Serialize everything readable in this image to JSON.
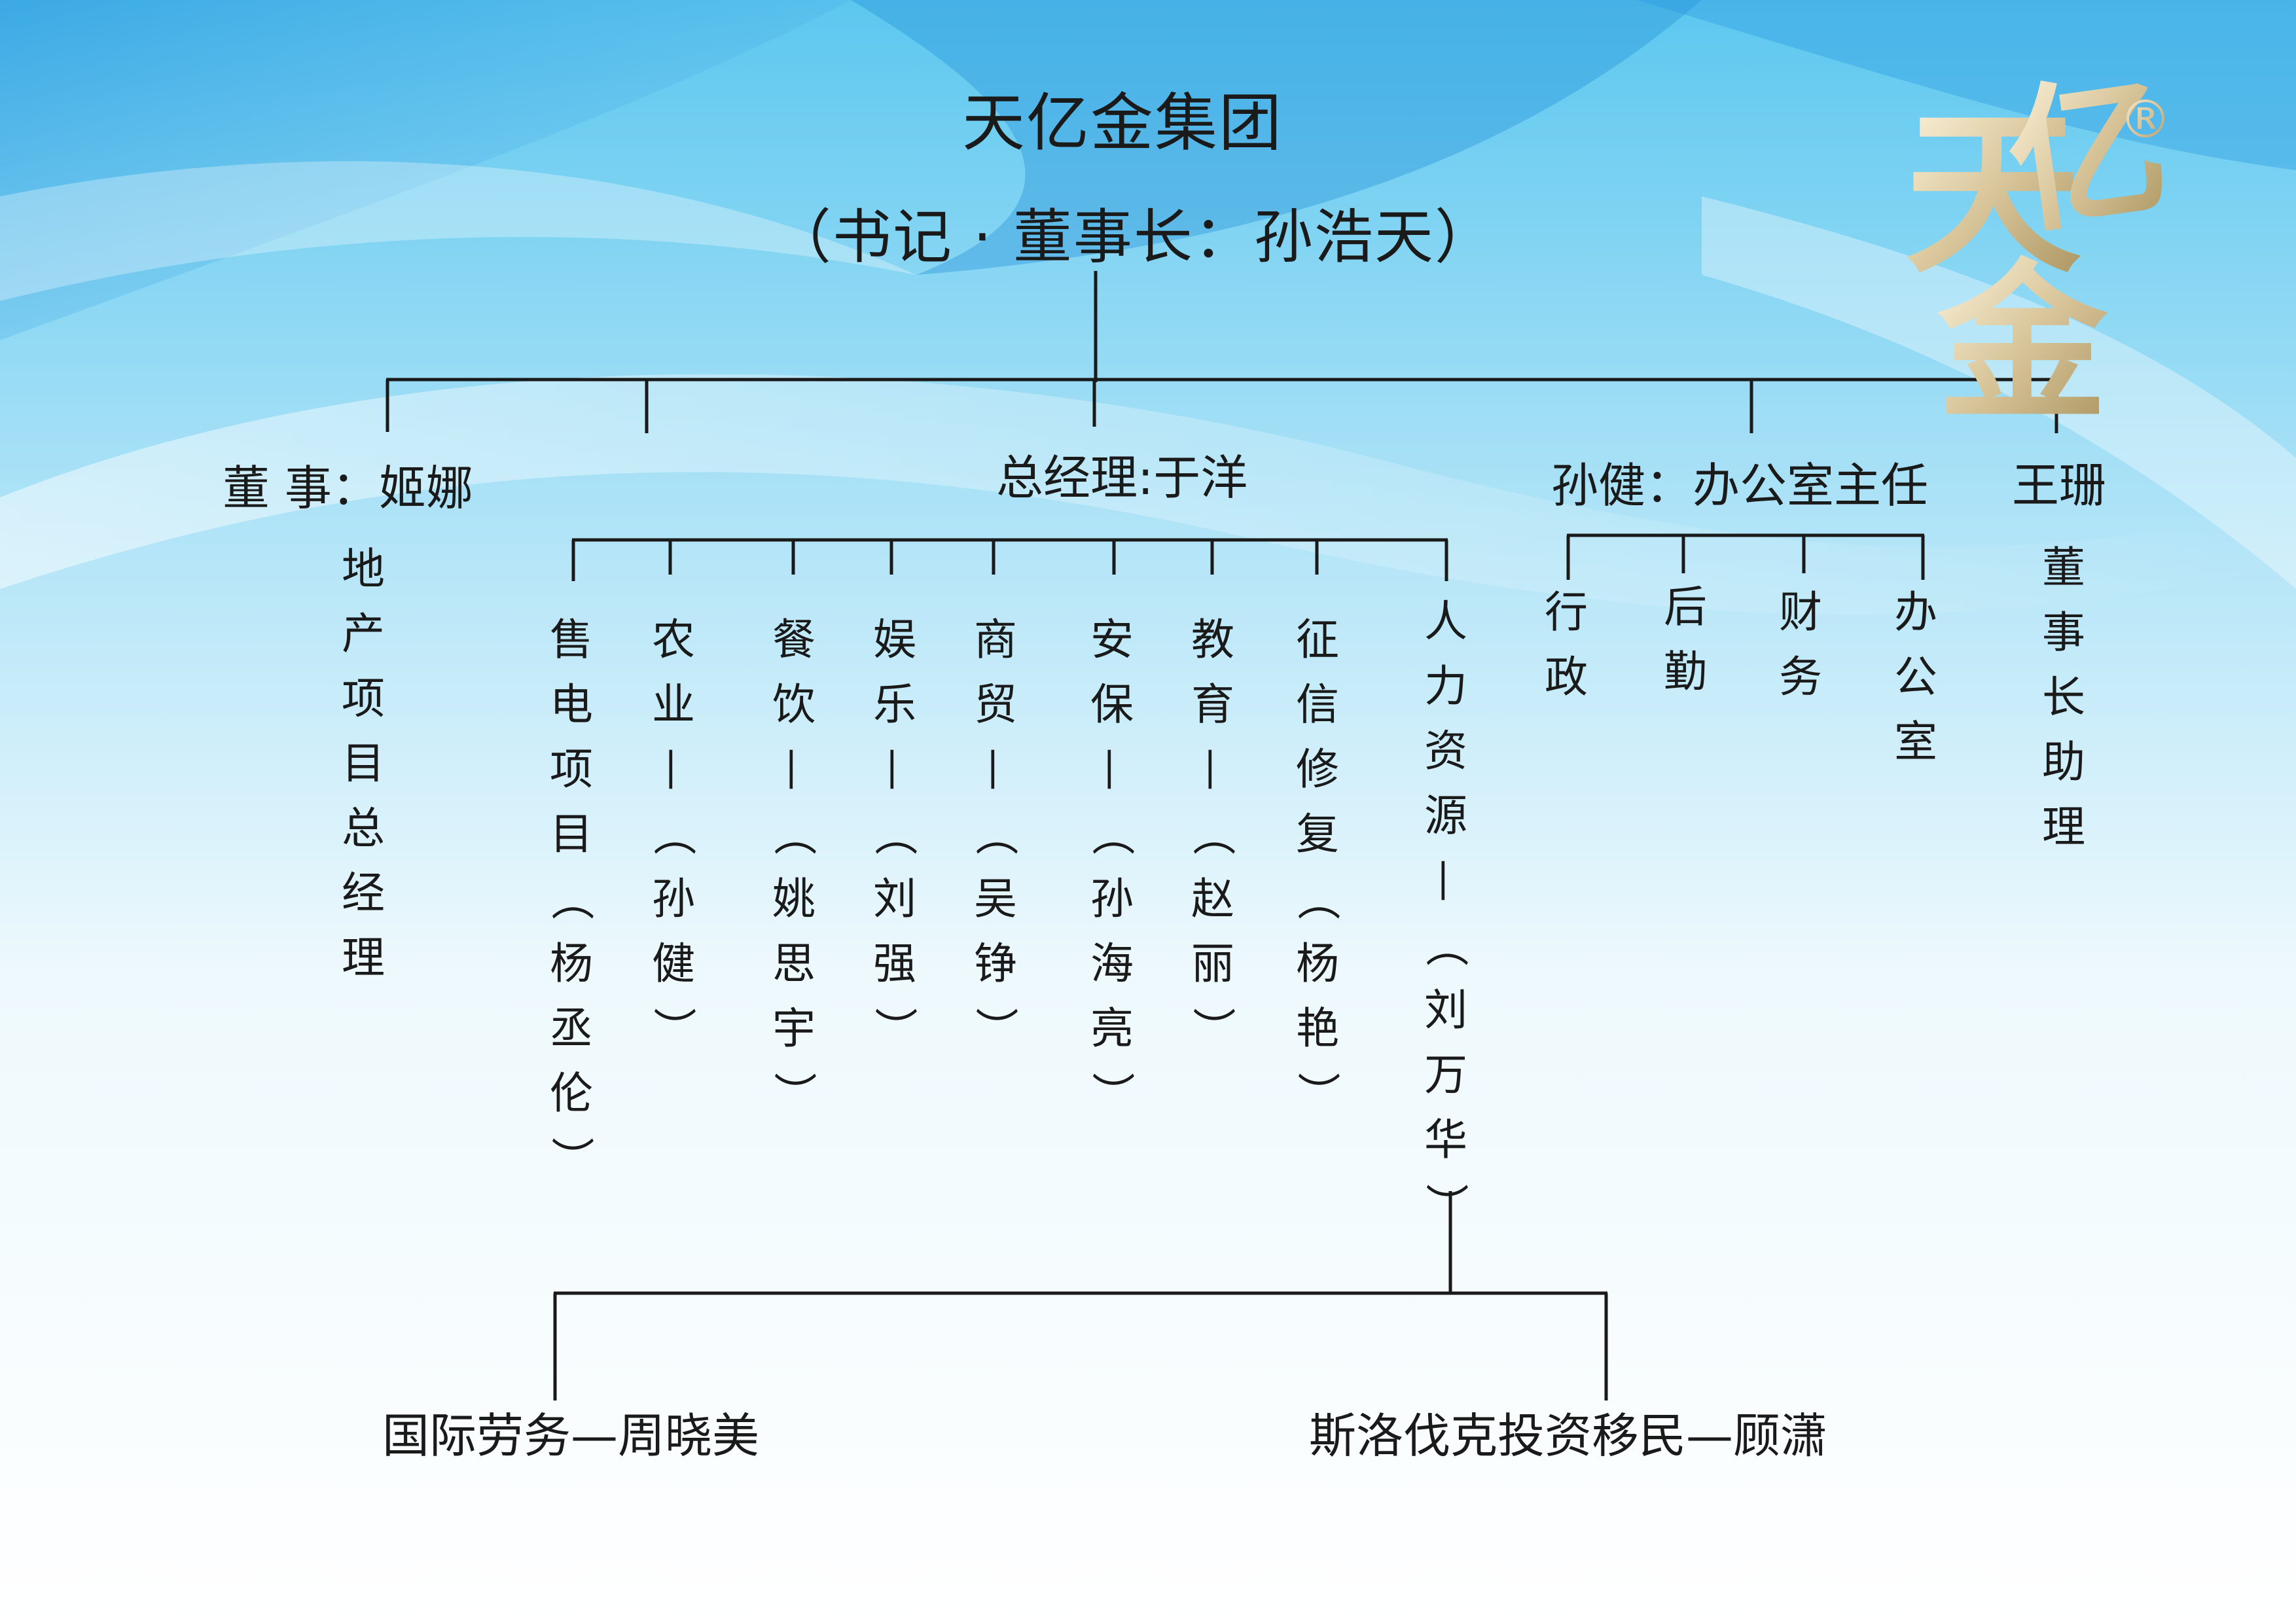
{
  "title": "天亿金集团",
  "subtitle": "（书记 · 董事长：孙浩天）",
  "colors": {
    "accent_gold": "#c9b482",
    "line": "#1a1a1a"
  },
  "logo": {
    "registered_mark": "®",
    "glyphs": [
      "天",
      "亿",
      "金"
    ]
  },
  "branches": {
    "director": {
      "header": "董 事：姬娜",
      "role": "地产项目总经理"
    },
    "gm": {
      "header": "总经理:于洋",
      "departments": [
        {
          "label": "售电项目（杨丞伦）"
        },
        {
          "label": "农业—（孙健）"
        },
        {
          "label": "餐饮—（姚思宇）"
        },
        {
          "label": "娱乐—（刘强）"
        },
        {
          "label": "商贸—（吴铮）"
        },
        {
          "label": "安保—（孙海亮）"
        },
        {
          "label": "教育—（赵丽）"
        },
        {
          "label": "征信修复（杨艳）"
        },
        {
          "label": "人力资源—（刘万华）"
        }
      ]
    },
    "office": {
      "header": "孙健：办公室主任",
      "items": [
        {
          "label": "行政"
        },
        {
          "label": "后勤"
        },
        {
          "label": "财务"
        },
        {
          "label": "办公室"
        }
      ]
    },
    "assistant": {
      "header": "王珊",
      "role": "董事长助理"
    }
  },
  "hr_children": [
    {
      "label": "国际劳务—周晓美"
    },
    {
      "label": "斯洛伐克投资移民—顾潇"
    }
  ]
}
